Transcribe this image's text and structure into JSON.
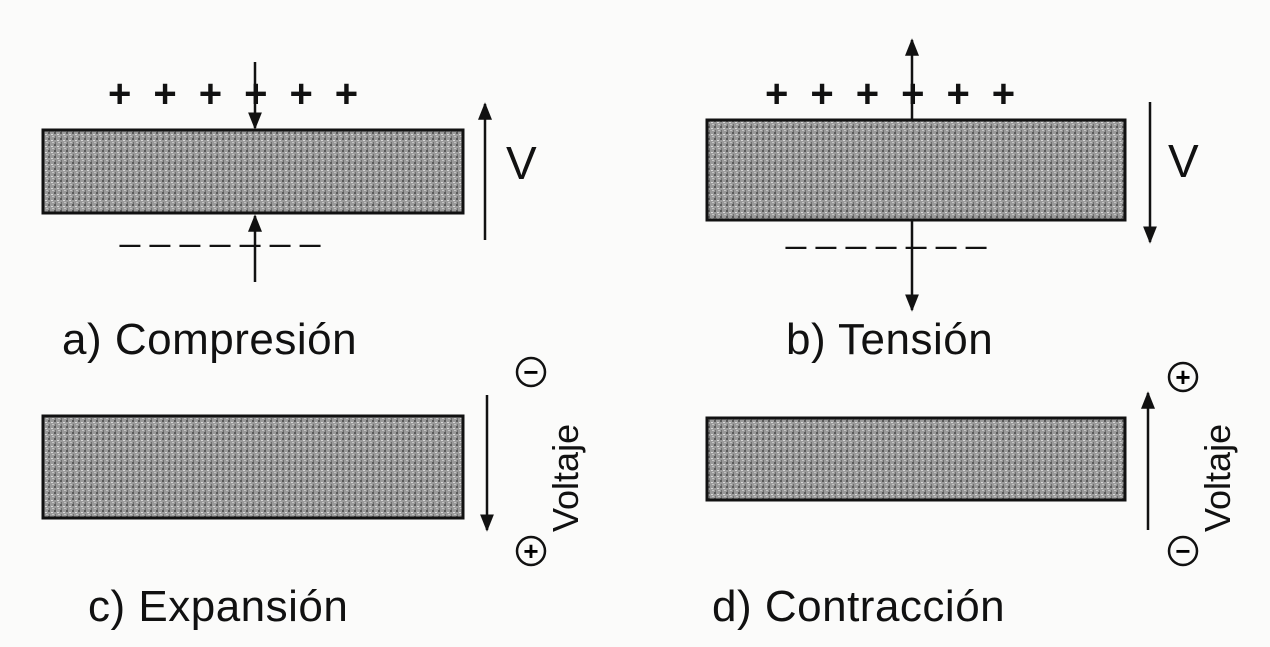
{
  "panels": [
    {
      "caption": "a) Compresión",
      "plus_signs": "++++++",
      "minus_signs": "_______",
      "voltage_label": "V"
    },
    {
      "caption": "b) Tensión",
      "plus_signs": "++++++",
      "minus_signs": "_______",
      "voltage_label": "V"
    },
    {
      "caption": "c) Expansión",
      "voltage_label": "Voltaje",
      "top_pole": "−",
      "bottom_pole": "+"
    },
    {
      "caption": "d) Contracción",
      "voltage_label": "Voltaje",
      "top_pole": "+",
      "bottom_pole": "−"
    }
  ],
  "colors": {
    "ink": "#111111",
    "fill": "#8a8a8a",
    "paper": "#fbfbfa"
  }
}
